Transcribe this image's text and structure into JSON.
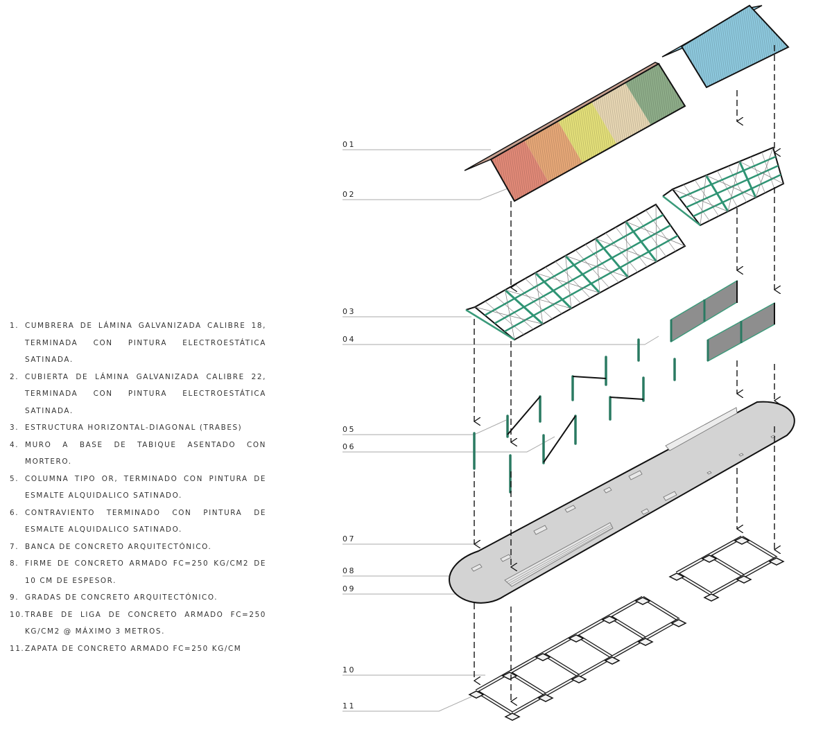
{
  "legend": {
    "items": [
      {
        "num": "1.",
        "text": "Cumbrera de lámina galvanizada calibre 18, terminada con pintura electroestática satinada."
      },
      {
        "num": "2.",
        "text": "Cubierta de  lámina galvanizada calibre 22, terminada con pintura electroestática satinada."
      },
      {
        "num": "3.",
        "text": "Estructura horizontal-diagonal (trabes)"
      },
      {
        "num": "4.",
        "text": "Muro a base de tabique asentado con mortero."
      },
      {
        "num": "5.",
        "text": "Columna tipo OR, terminado con pintura de esmalte alquidalico satinado."
      },
      {
        "num": "6.",
        "text": "Contraviento terminado con pintura de esmalte alquidalico satinado."
      },
      {
        "num": "7.",
        "text": "Banca de concreto  arquitectónico."
      },
      {
        "num": "8.",
        "text": "Firme de concreto armado fc=250 kg/cm2 de 10 cm de espesor."
      },
      {
        "num": "9.",
        "text": "Gradas de concreto arquitectónico."
      },
      {
        "num": "10.",
        "text": "Trabe de liga de concreto armado fc=250 kg/cm2 @ máximo 3 metros."
      },
      {
        "num": "11.",
        "text": "Zapata de concreto armado fc=250 kg/cm"
      }
    ]
  },
  "callouts": [
    {
      "label": "01"
    },
    {
      "label": "02"
    },
    {
      "label": "03"
    },
    {
      "label": "04"
    },
    {
      "label": "05"
    },
    {
      "label": "06"
    },
    {
      "label": "07"
    },
    {
      "label": "08"
    },
    {
      "label": "09"
    },
    {
      "label": "10"
    },
    {
      "label": "11"
    }
  ],
  "colors": {
    "roof_panels": [
      "#e28a78",
      "#e7a878",
      "#e4e07a",
      "#e8d7b4",
      "#8fae8a"
    ],
    "roof_small": "#8ec9de",
    "structure": "#3a9a7a",
    "wall": "#8e8e8e",
    "slab": "#d3d3d3",
    "line": "#111111"
  }
}
